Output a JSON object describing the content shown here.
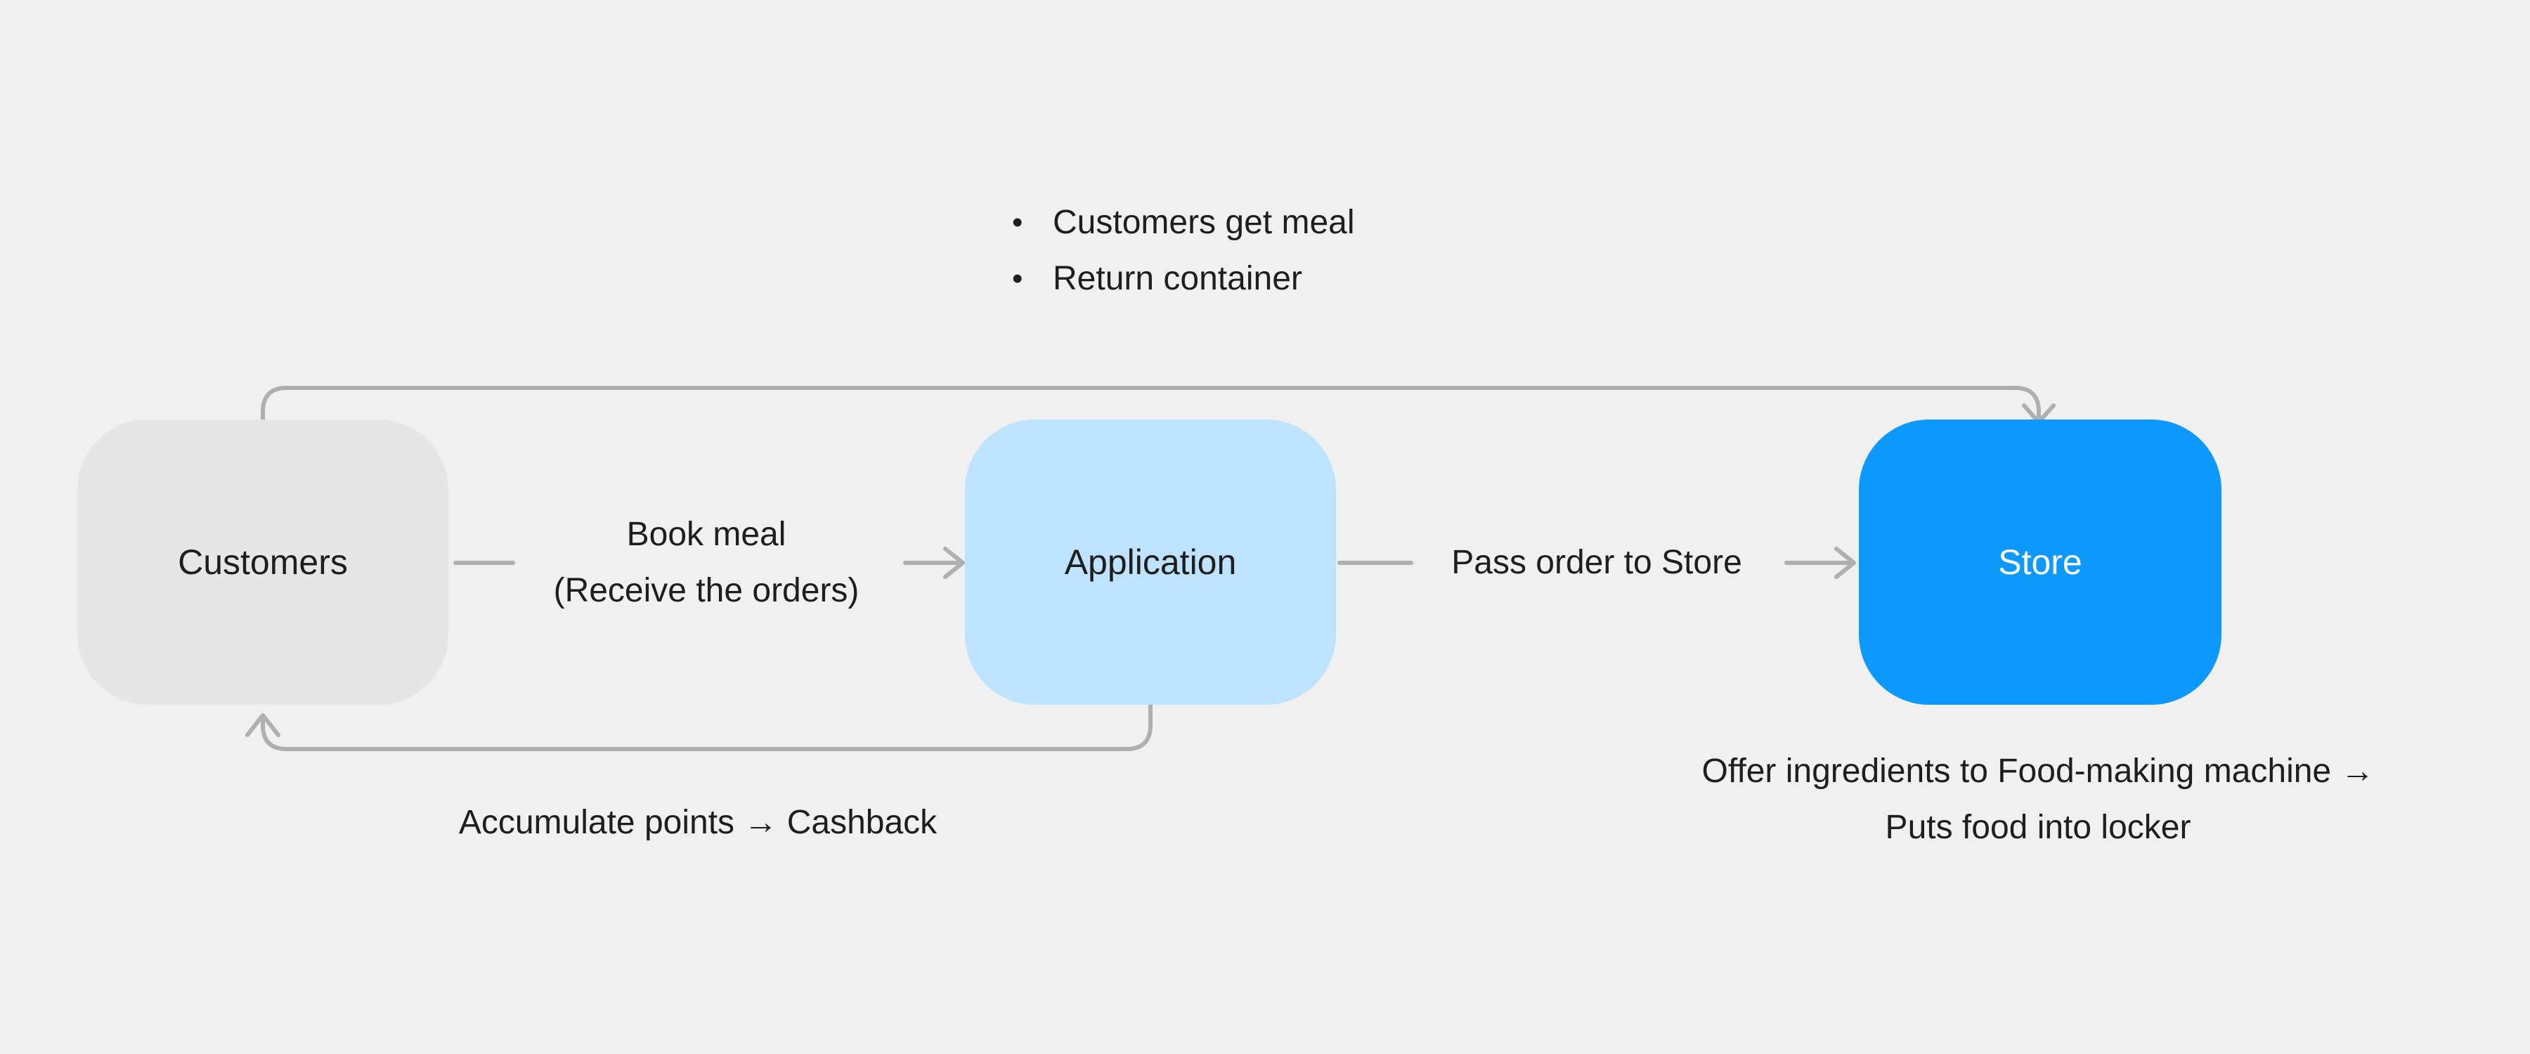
{
  "colors": {
    "bg": "#F0F0F0",
    "node-gray": "#E6E6E6",
    "node-light-blue": "#BDE3FF",
    "node-blue": "#0D99FF",
    "connector": "#AFAFAF",
    "text-dark": "#1E1E1E",
    "text-light": "#FFFFFF"
  },
  "diagram": {
    "nodes": [
      {
        "id": "customers",
        "label": "Customers"
      },
      {
        "id": "application",
        "label": "Application"
      },
      {
        "id": "store",
        "label": "Store"
      }
    ],
    "edges": {
      "book_meal": {
        "line1": "Book meal",
        "line2": "(Receive the orders)"
      },
      "pass_order": {
        "label": "Pass order to Store"
      },
      "top_loop": {
        "bullets": [
          "Customers get meal",
          "Return container"
        ]
      },
      "cashback": {
        "label": "Accumulate points → Cashback"
      },
      "store_note": {
        "line1": "Offer ingredients to Food-making machine →",
        "line2": "Puts food into locker"
      }
    }
  }
}
